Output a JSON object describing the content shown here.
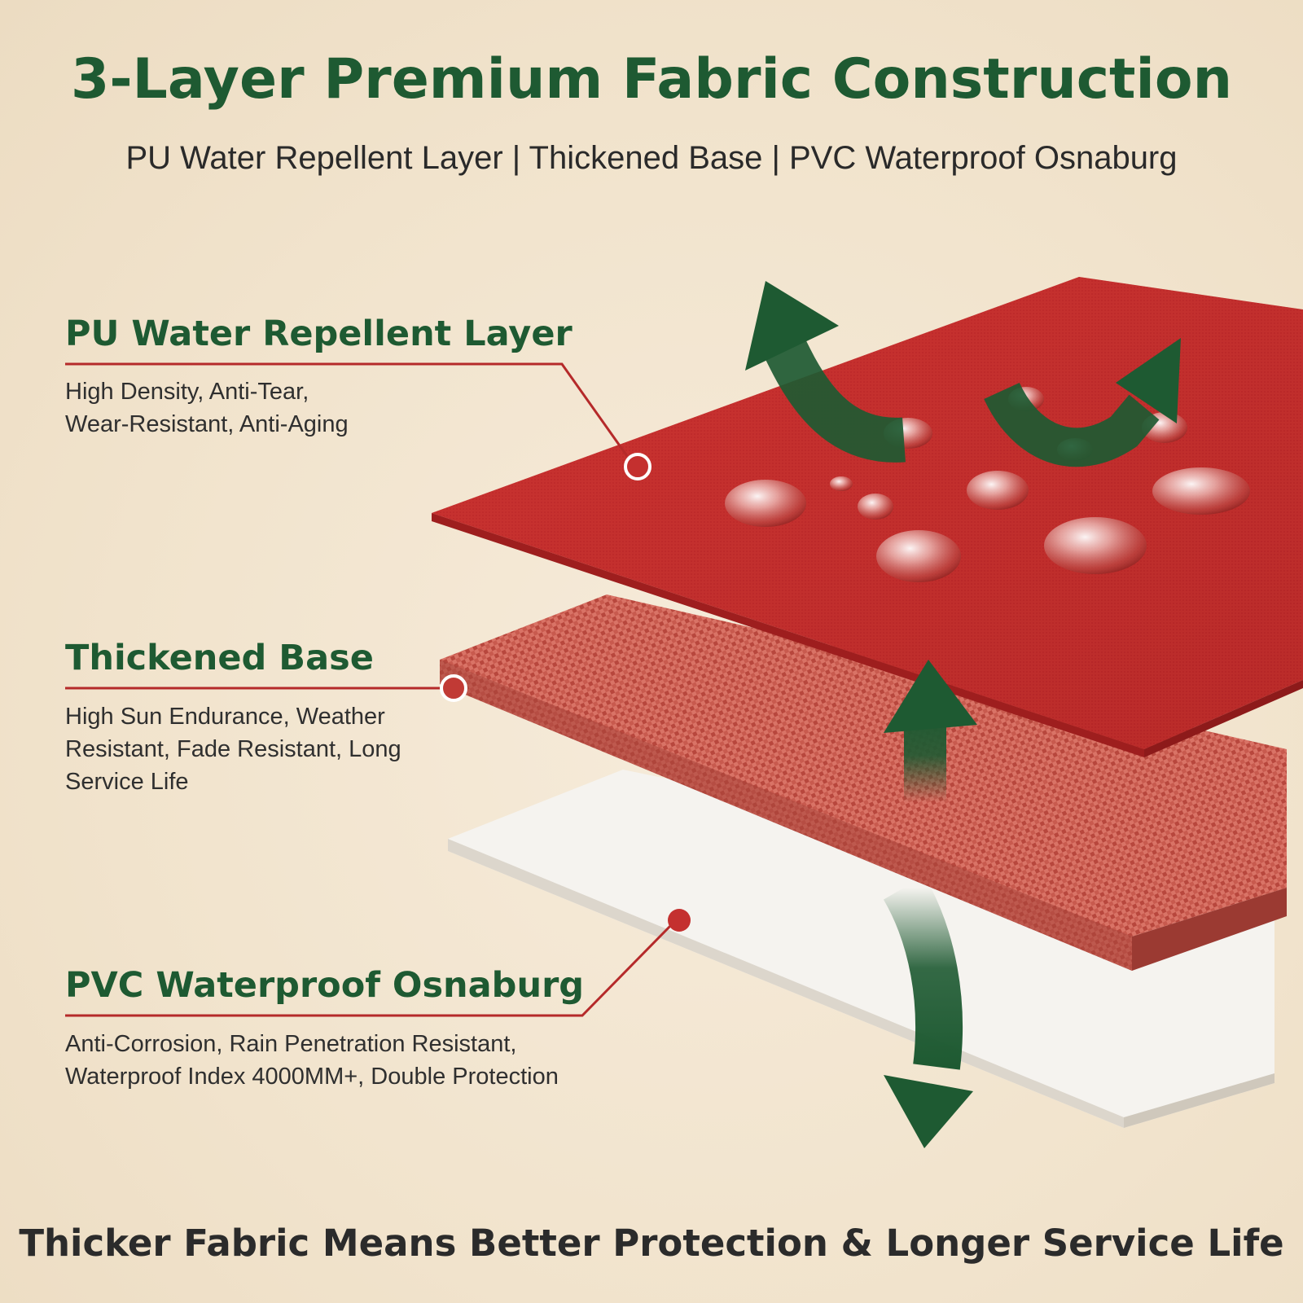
{
  "header": {
    "title": "3-Layer Premium Fabric Construction",
    "subtitle": "PU Water Repellent Layer | Thickened Base | PVC Waterproof Osnaburg"
  },
  "layers": [
    {
      "name": "PU Water Repellent Layer",
      "description_lines": [
        "High Density, Anti-Tear,",
        "Wear-Resistant, Anti-Aging"
      ],
      "color": "#c4302f"
    },
    {
      "name": "Thickened Base",
      "description_lines": [
        "High Sun Endurance, Weather",
        "Resistant, Fade Resistant, Long",
        "Service Life"
      ],
      "color": "#c5544a"
    },
    {
      "name": "PVC Waterproof Osnaburg",
      "description_lines": [
        "Anti-Corrosion, Rain Penetration Resistant,",
        "Waterproof Index 4000MM+, Double Protection"
      ],
      "color": "#f4f2ee"
    }
  ],
  "footer": {
    "tagline": "Thicker Fabric Means Better Protection & Longer Service Life"
  },
  "colors": {
    "accent_green": "#1e5a32",
    "accent_red": "#b52a2a",
    "background": "#f3e6d1"
  }
}
